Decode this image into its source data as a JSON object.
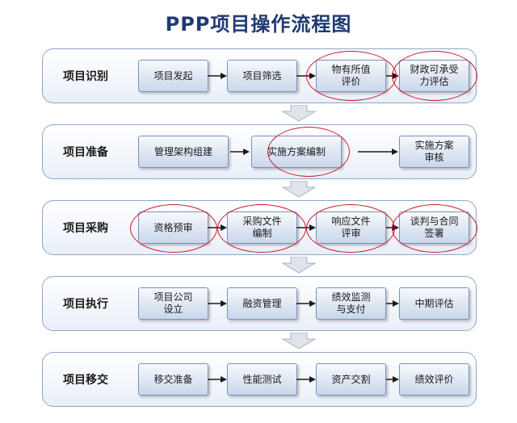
{
  "title": "PPP项目操作流程图",
  "stages": [
    {
      "label": "项目识别",
      "steps": [
        "项目发起",
        "项目筛选",
        "物有所值\n评价",
        "财政可承受\n力评估"
      ]
    },
    {
      "label": "项目准备",
      "steps": [
        "管理架构组建",
        "实施方案编制",
        "实施方案\n审核"
      ]
    },
    {
      "label": "项目采购",
      "steps": [
        "资格预审",
        "采购文件\n编制",
        "响应文件\n评审",
        "谈判与合同\n签署"
      ]
    },
    {
      "label": "项目执行",
      "steps": [
        "项目公司\n设立",
        "融资管理",
        "绩效监测\n与支付",
        "中期评估"
      ]
    },
    {
      "label": "项目移交",
      "steps": [
        "移交准备",
        "性能测试",
        "资产交割",
        "绩效评价"
      ]
    }
  ],
  "colors": {
    "title": "#1f3a73",
    "highlight_ring": "#d0182c",
    "stage_border": "#8fa6c9"
  }
}
